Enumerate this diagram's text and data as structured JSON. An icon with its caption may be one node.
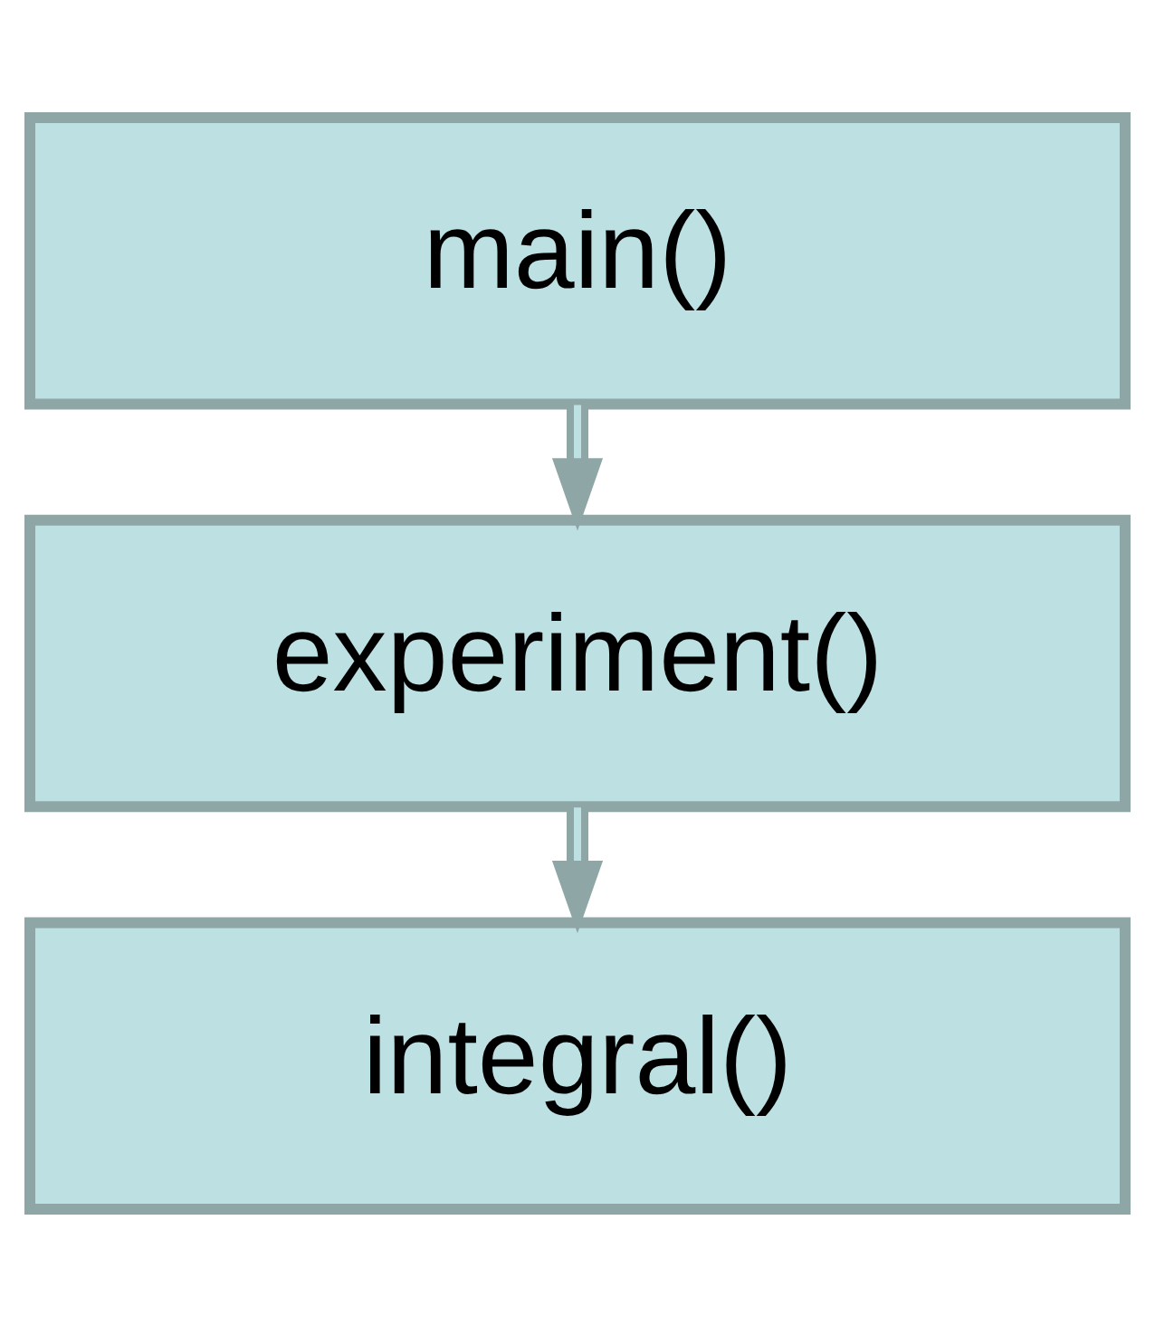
{
  "diagram": {
    "nodes": [
      {
        "text": [
          "main()"
        ]
      },
      {
        "text": [
          "experiment()"
        ]
      },
      {
        "text": [
          "integral()"
        ]
      }
    ],
    "edges": [
      {
        "from": 0,
        "to": 1,
        "arrow": "to"
      },
      {
        "from": 1,
        "to": 2,
        "arrow": "to"
      }
    ]
  }
}
